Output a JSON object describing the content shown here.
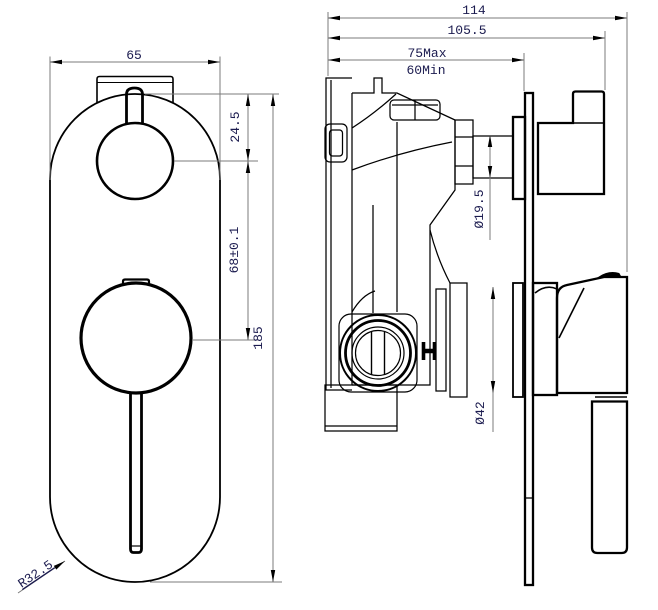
{
  "drawing": {
    "type": "technical-drawing-shower-mixer",
    "background": "#ffffff",
    "object_line_color": "#000000",
    "dimension_line_color": "#7b7b7b",
    "dimension_text_color": "#1b1b4f",
    "front_view": {
      "dims": {
        "plate_width": "65",
        "top_to_upper_knob_center": "24.5",
        "knob_center_distance": "68±0.1",
        "plate_height": "185",
        "corner_radius": "R32.5"
      }
    },
    "side_view": {
      "dims": {
        "overall_depth": "114",
        "depth_to_handle_face": "105.5",
        "rough_in_depth_max": "75Max",
        "rough_in_depth_min": "60Min",
        "stem_diameter": "Ø19.5",
        "flange_diameter": "Ø42"
      }
    }
  }
}
